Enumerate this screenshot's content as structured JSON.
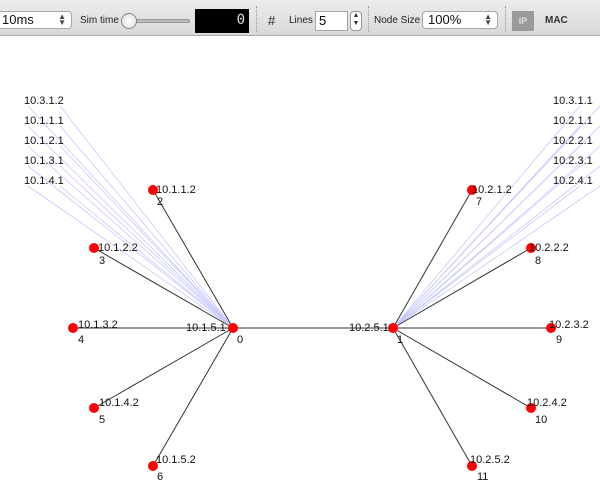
{
  "toolbar": {
    "interval": "10ms",
    "sim_time_label": "Sim time",
    "sim_time_display": "0",
    "lines_icon": "#",
    "lines_label": "Lines",
    "lines_value": "5",
    "node_size_label": "Node Size",
    "node_size_value": "100%",
    "ip_button": "IP",
    "mac_button": "MAC"
  },
  "left_labels": [
    "10.3.1.2",
    "10.1.1.1",
    "10.1.2.1",
    "10.1.3.1",
    "10.1.4.1"
  ],
  "right_labels": [
    "10.3.1.1",
    "10.2.1.1",
    "10.2.2.1",
    "10.2.3.1",
    "10.2.4.1"
  ],
  "nodes": [
    {
      "id": "0",
      "ip": "10.1.5.1"
    },
    {
      "id": "1",
      "ip": "10.2.5.1"
    },
    {
      "id": "2",
      "ip": "10.1.1.2"
    },
    {
      "id": "3",
      "ip": "10.1.2.2"
    },
    {
      "id": "4",
      "ip": "10.1.3.2"
    },
    {
      "id": "5",
      "ip": "10.1.4.2"
    },
    {
      "id": "6",
      "ip": "10.1.5.2"
    },
    {
      "id": "7",
      "ip": "10.2.1.2"
    },
    {
      "id": "8",
      "ip": "10.2.2.2"
    },
    {
      "id": "9",
      "ip": "10.2.3.2"
    },
    {
      "id": "10",
      "ip": "10.2.4.2"
    },
    {
      "id": "11",
      "ip": "10.2.5.2"
    }
  ],
  "colors": {
    "node": "#ff0000",
    "link": "#333333",
    "packet_line": "#c8c8ff"
  }
}
